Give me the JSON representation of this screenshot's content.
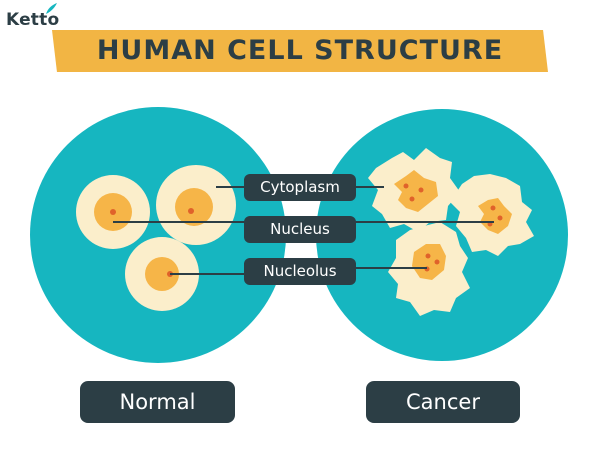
{
  "brand": {
    "name": "Ketto"
  },
  "title": "HUMAN CELL STRUCTURE",
  "labels": {
    "cytoplasm": "Cytoplasm",
    "nucleus": "Nucleus",
    "nucleolus": "Nucleolus"
  },
  "panels": {
    "normal": "Normal",
    "cancer": "Cancer"
  },
  "colors": {
    "teal": "#16b6c0",
    "title_bg": "#f2b544",
    "dark": "#2c3e45",
    "cytoplasm": "#fbeecb",
    "nucleus": "#f6b548",
    "nucleus_dot": "#e0622a"
  }
}
